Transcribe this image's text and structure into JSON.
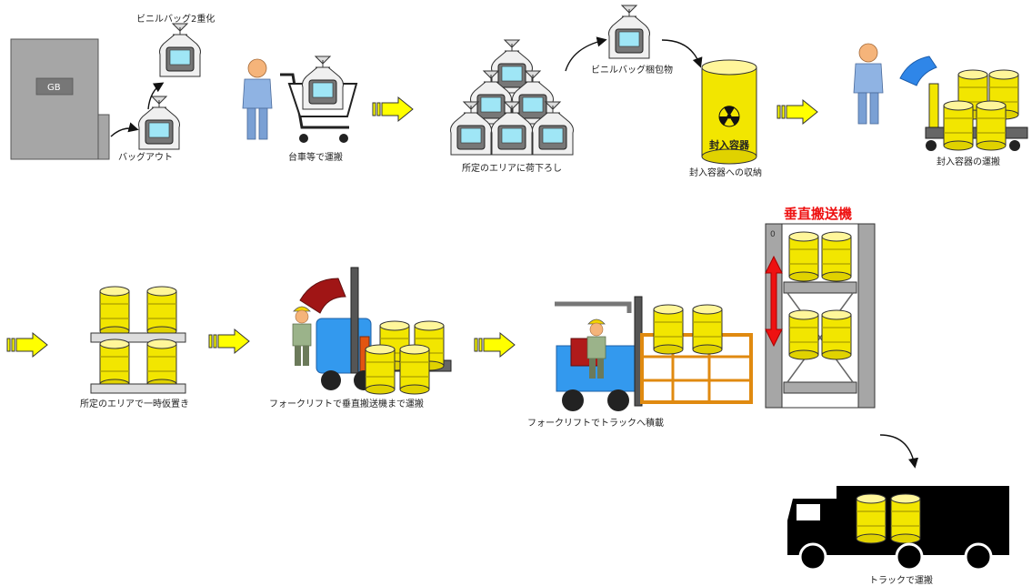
{
  "labels": {
    "gb": "GB",
    "bag_out": "バッグアウト",
    "double_bag": "ビニルバッグ2重化",
    "cart_transport": "台車等で運搬",
    "unload_area": "所定のエリアに荷下ろし",
    "bag_package": "ビニルバッグ梱包物",
    "container_mark": "封入容器",
    "store_in_container": "封入容器への収納",
    "container_transport": "封入容器の運搬",
    "temp_storage": "所定のエリアで一時仮置き",
    "forklift_to_lift": "フォークリフトで垂直搬送機まで運搬",
    "forklift_to_truck": "フォークリフトでトラックへ積載",
    "vertical_transporter": "垂直搬送機",
    "lift_zero": "0",
    "truck_transport": "トラックで運搬"
  },
  "colors": {
    "flow_arrow_fill": "#ffff00",
    "drum_yellow": "#f2e600",
    "vertical_transporter_title": "#ee1111",
    "forklift_blue": "#3399ee",
    "truck_body": "#000000"
  }
}
